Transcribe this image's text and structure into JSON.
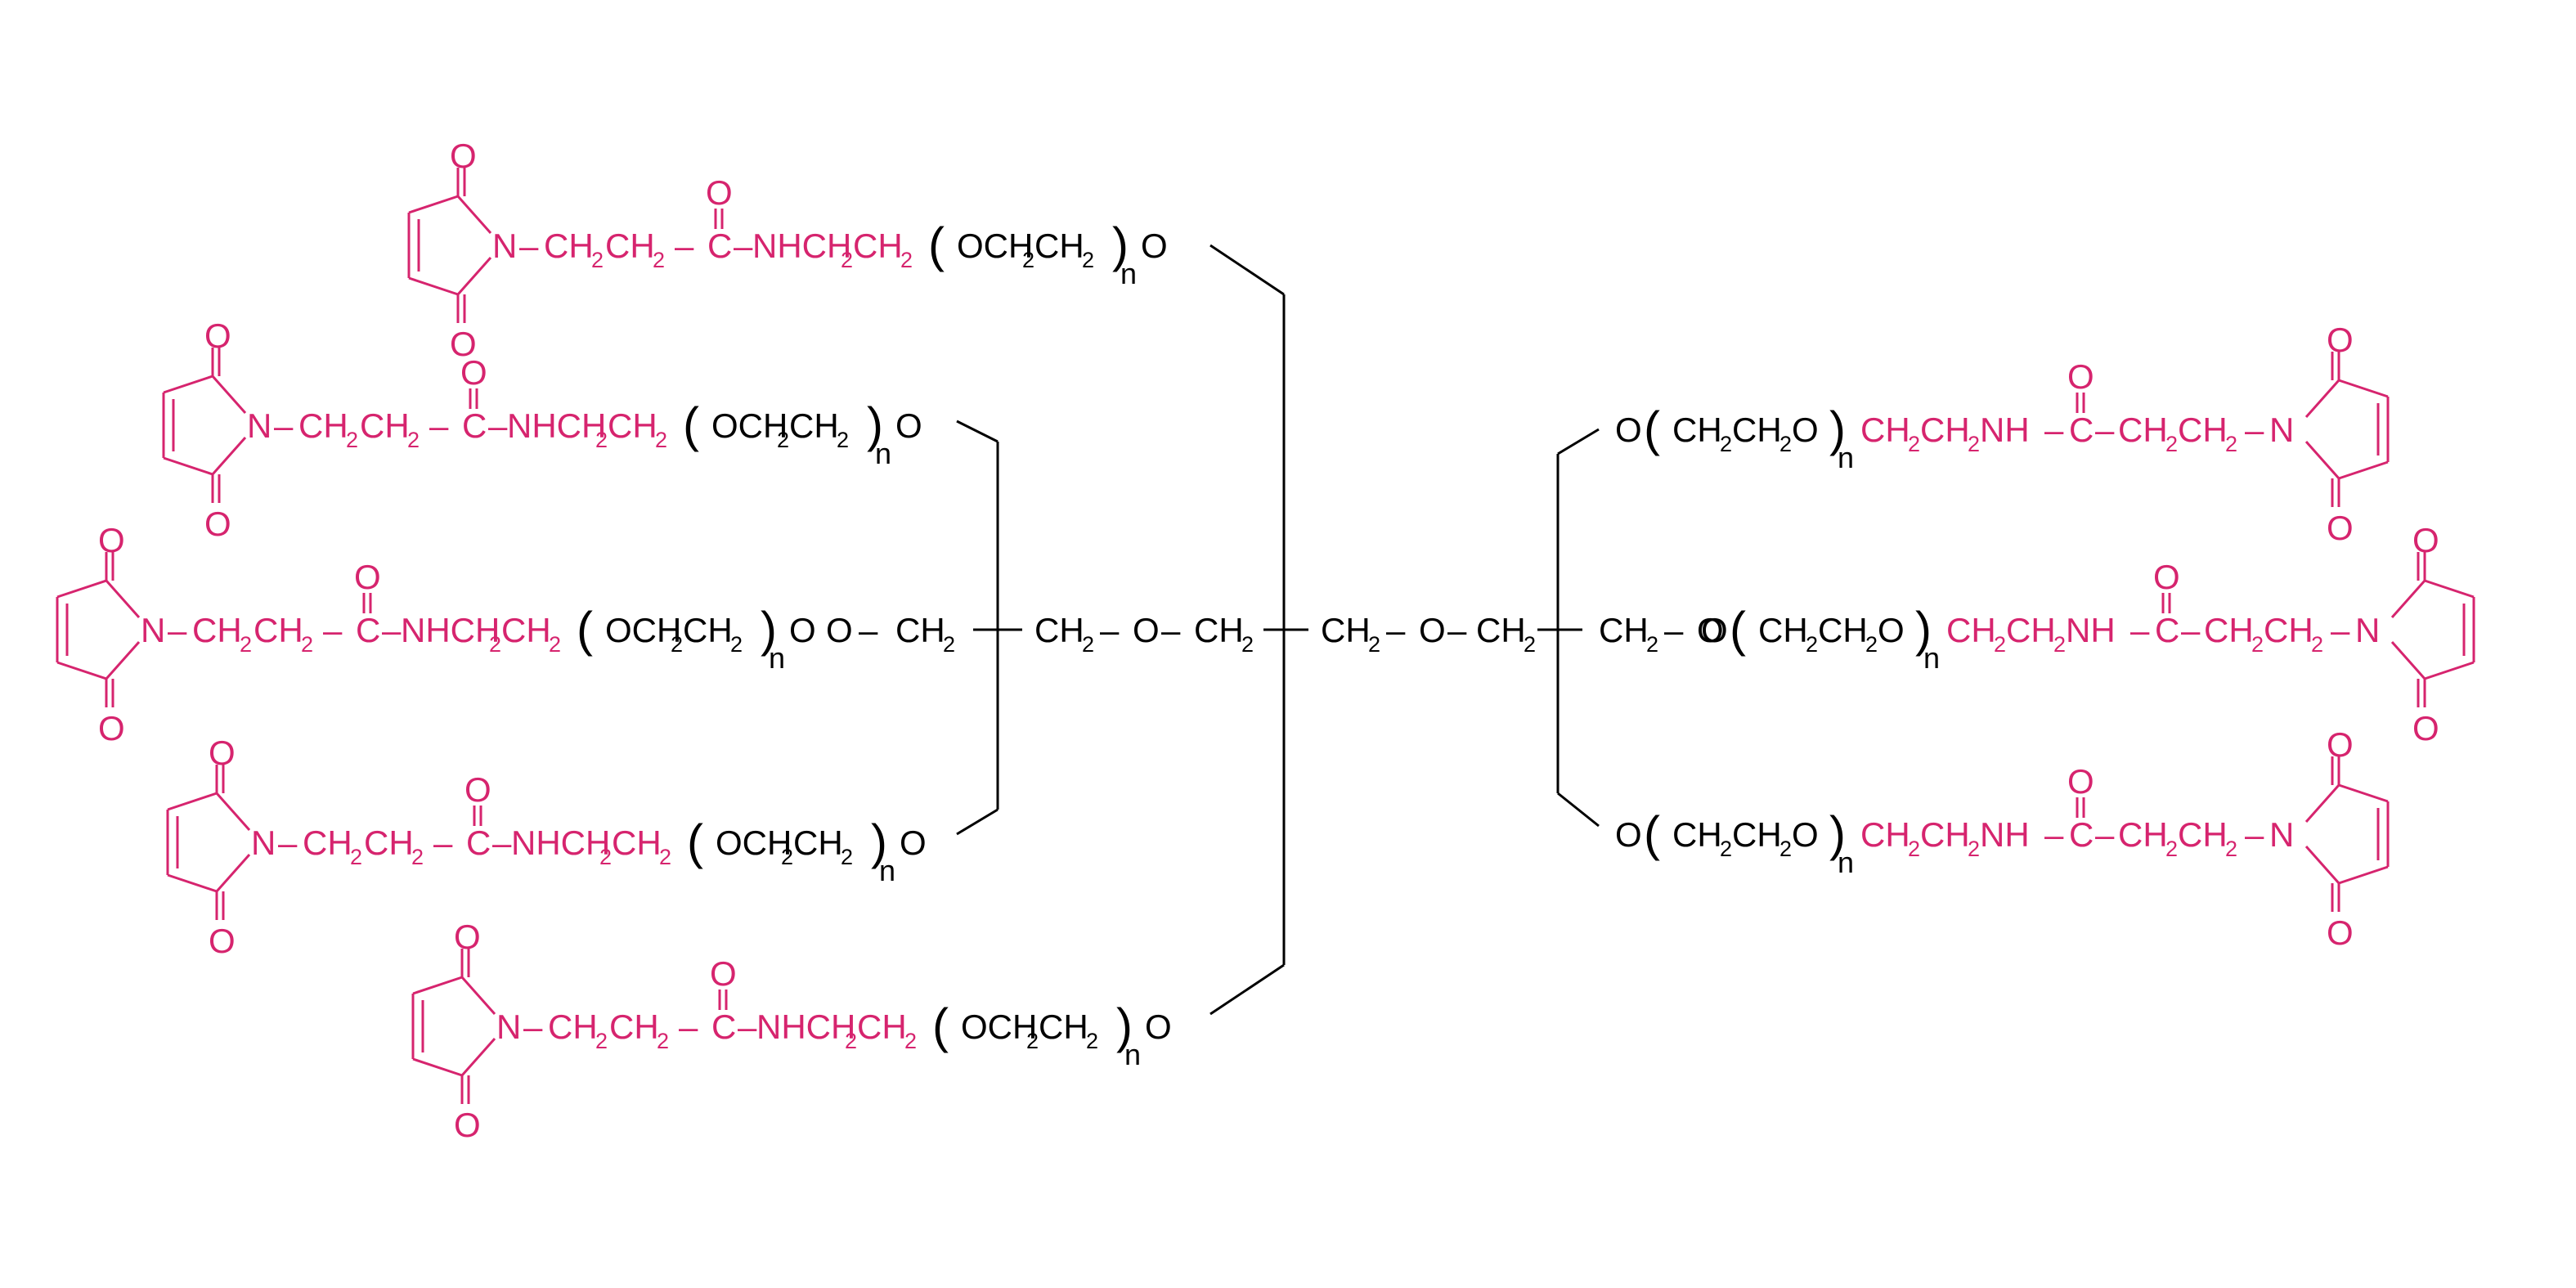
{
  "colors": {
    "maleimide_arm": "#d6246e",
    "core": "#000000"
  },
  "labels": {
    "oxygen": "O",
    "nitrogen": "N",
    "carbon": "C",
    "ch2ch2_pre": "CH",
    "ch2_sub": "2",
    "nhch2ch2": "NHCH",
    "ch2ch2nh_a": "CH",
    "ch2ch2nh_b": "CH",
    "nh": "NH",
    "och2ch2": "OCH",
    "ch2ch2o": "CH",
    "repeat_n": "n",
    "dash": "–",
    "open_paren": "(",
    "close_paren": ")"
  }
}
